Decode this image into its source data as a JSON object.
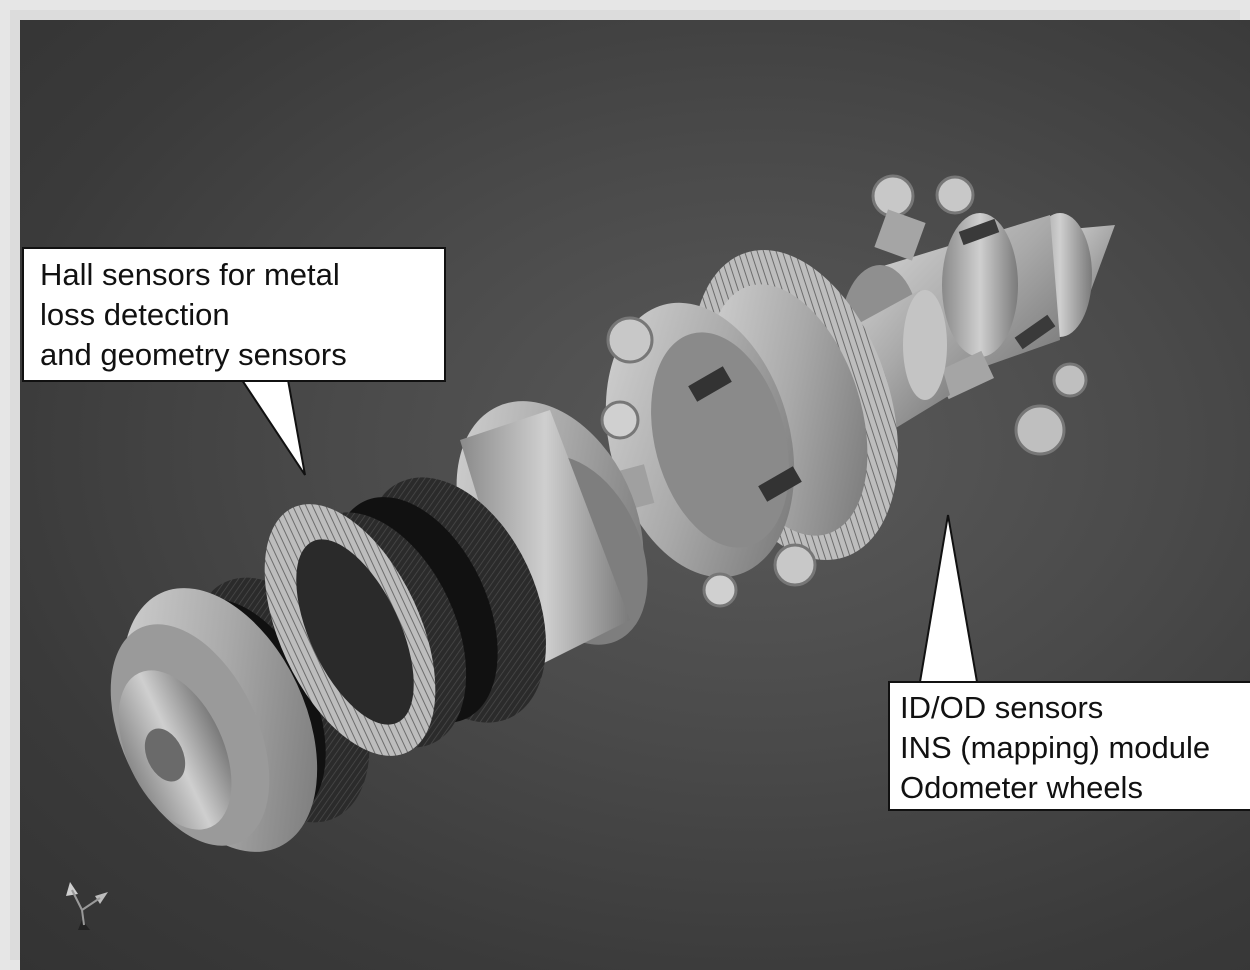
{
  "callouts": {
    "hall": {
      "lines": [
        "Hall sensors for metal",
        "loss detection",
        "and geometry sensors"
      ]
    },
    "id_od": {
      "lines": [
        "ID/OD sensors",
        "INS (mapping) module",
        "Odometer wheels"
      ]
    }
  },
  "icons": [
    "axis-triad-icon"
  ],
  "colors": {
    "background": "#444444",
    "callout_fill": "#ffffff",
    "callout_border": "#111111"
  }
}
